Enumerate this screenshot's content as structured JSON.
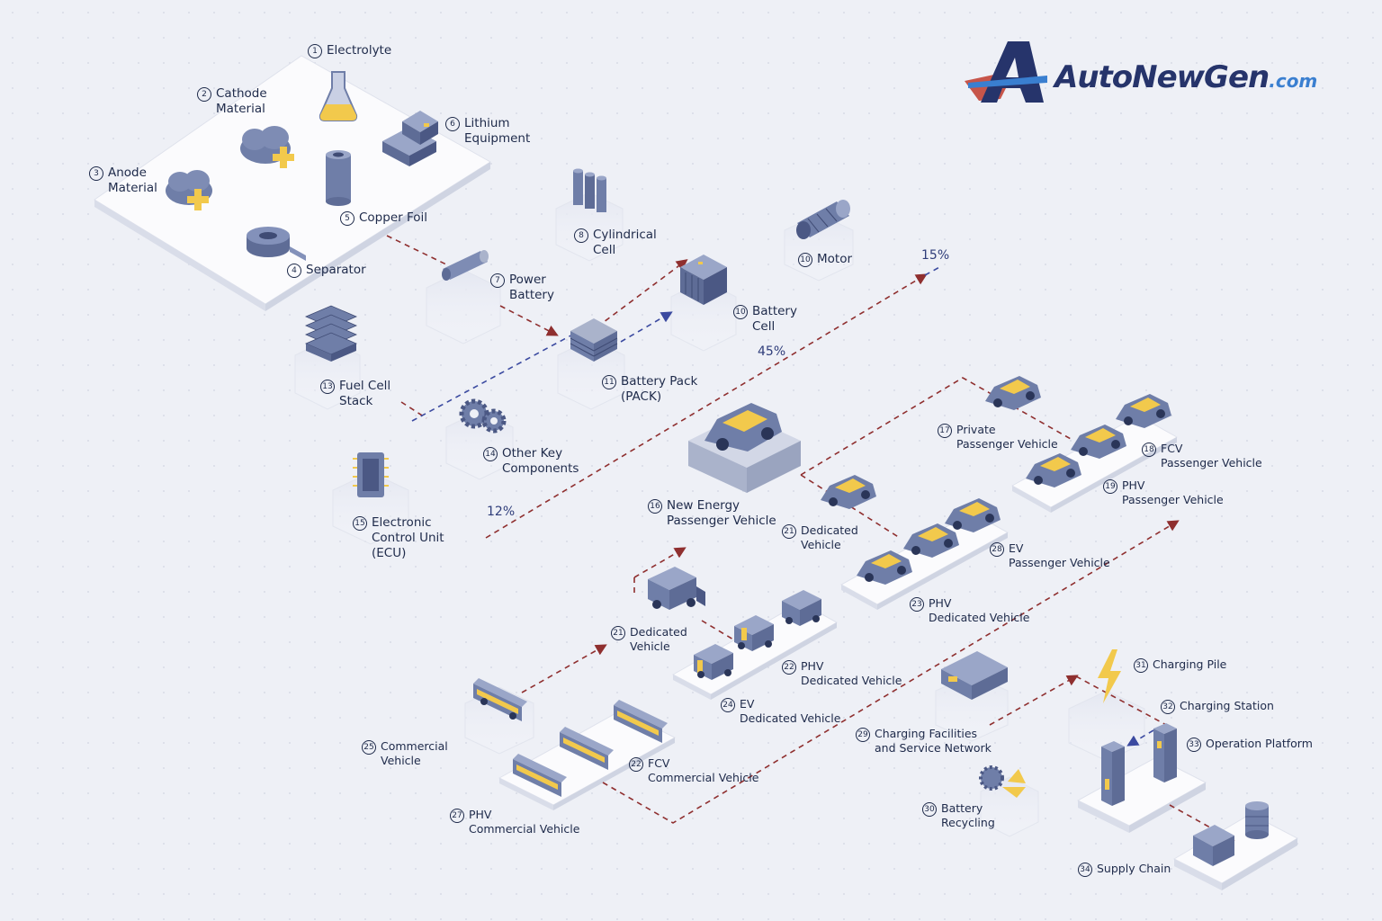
{
  "brand": {
    "name": "AutoNewGen",
    "suffix": ".com"
  },
  "percentages": {
    "p15": "15%",
    "p45": "45%",
    "p12": "12%"
  },
  "nodes": {
    "n1": {
      "num": "1",
      "lines": [
        "Electrolyte"
      ]
    },
    "n2": {
      "num": "2",
      "lines": [
        "Cathode",
        "Material"
      ]
    },
    "n3": {
      "num": "3",
      "lines": [
        "Anode",
        "Material"
      ]
    },
    "n4": {
      "num": "4",
      "lines": [
        "Separator"
      ]
    },
    "n5": {
      "num": "5",
      "lines": [
        "Copper Foil"
      ]
    },
    "n6": {
      "num": "6",
      "lines": [
        "Lithium",
        "Equipment"
      ]
    },
    "n7": {
      "num": "7",
      "lines": [
        "Power",
        "Battery"
      ]
    },
    "n8": {
      "num": "8",
      "lines": [
        "Cylindrical",
        "Cell"
      ]
    },
    "n10a": {
      "num": "10",
      "lines": [
        "Motor"
      ]
    },
    "n10b": {
      "num": "10",
      "lines": [
        "Battery",
        "Cell"
      ]
    },
    "n11": {
      "num": "11",
      "lines": [
        "Battery Pack",
        "(PACK)"
      ]
    },
    "n13": {
      "num": "13",
      "lines": [
        "Fuel Cell",
        "Stack"
      ]
    },
    "n14": {
      "num": "14",
      "lines": [
        "Other Key",
        "Components"
      ]
    },
    "n15": {
      "num": "15",
      "lines": [
        "Electronic",
        "Control Unit",
        "(ECU)"
      ]
    },
    "n16": {
      "num": "16",
      "lines": [
        "New Energy",
        "Passenger Vehicle"
      ]
    },
    "n17": {
      "num": "17",
      "lines": [
        "Private",
        "Passenger Vehicle"
      ]
    },
    "n18": {
      "num": "18",
      "lines": [
        "FCV",
        "Passenger Vehicle"
      ]
    },
    "n19": {
      "num": "19",
      "lines": [
        "PHV",
        "Passenger Vehicle"
      ]
    },
    "n21a": {
      "num": "21",
      "lines": [
        "Dedicated",
        "Vehicle"
      ]
    },
    "n28": {
      "num": "28",
      "lines": [
        "EV",
        "Passenger Vehicle"
      ]
    },
    "n23": {
      "num": "23",
      "lines": [
        "PHV",
        "Dedicated Vehicle"
      ]
    },
    "n21b": {
      "num": "21",
      "lines": [
        "Dedicated",
        "Vehicle"
      ]
    },
    "n22a": {
      "num": "22",
      "lines": [
        "PHV",
        "Dedicated Vehicle"
      ]
    },
    "n24": {
      "num": "24",
      "lines": [
        "EV",
        "Dedicated Vehicle"
      ]
    },
    "n25": {
      "num": "25",
      "lines": [
        "Commercial",
        "Vehicle"
      ]
    },
    "n22b": {
      "num": "22",
      "lines": [
        "FCV",
        "Commercial Vehicle"
      ]
    },
    "n27": {
      "num": "27",
      "lines": [
        "PHV",
        "Commercial Vehicle"
      ]
    },
    "n29": {
      "num": "29",
      "lines": [
        "Charging Facilities",
        "and Service Network"
      ]
    },
    "n30": {
      "num": "30",
      "lines": [
        "Battery",
        "Recycling"
      ]
    },
    "n31": {
      "num": "31",
      "lines": [
        "Charging Pile"
      ]
    },
    "n32": {
      "num": "32",
      "lines": [
        "Charging Station"
      ]
    },
    "n33": {
      "num": "33",
      "lines": [
        "Operation Platform"
      ]
    },
    "n34": {
      "num": "34",
      "lines": [
        "Supply Chain"
      ]
    }
  },
  "colors": {
    "accent_yellow": "#f2c94c",
    "body_blue": "#6f7ea8",
    "dark_blue": "#26346b",
    "arrow_red": "#8f2f2f",
    "arrow_blue": "#3b4aa0",
    "platform": "#f6f7fb"
  }
}
